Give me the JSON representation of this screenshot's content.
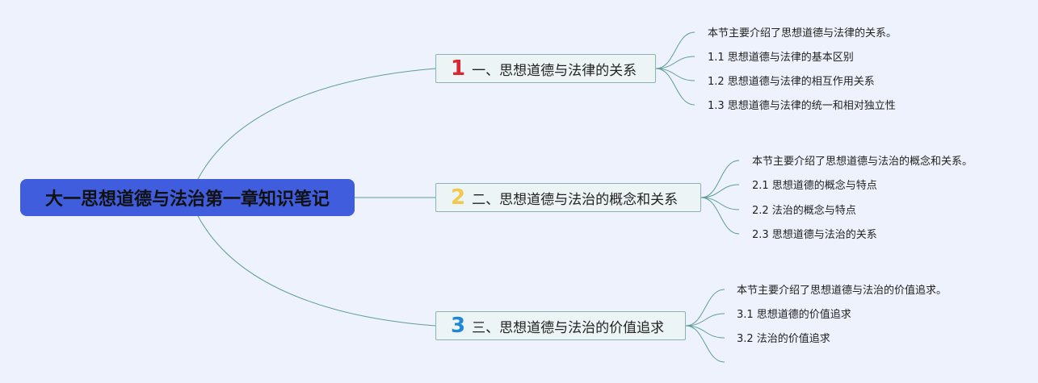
{
  "root": {
    "title": "大一思想道德与法治第一章知识笔记"
  },
  "colors": {
    "background": "#eef2fc",
    "root_fill": "#3f5ddc",
    "branch_border": "#8ab4b2",
    "connector": "#5e9d98",
    "num_1": "#d9262f",
    "num_2": "#f2c94c",
    "num_3": "#1e88d6"
  },
  "branches": [
    {
      "number": "1",
      "label": "一、思想道德与法律的关系",
      "items": [
        "本节主要介绍了思想道德与法律的关系。",
        "1.1 思想道德与法律的基本区别",
        "1.2 思想道德与法律的相互作用关系",
        "1.3 思想道德与法律的统一和相对独立性"
      ]
    },
    {
      "number": "2",
      "label": "二、思想道德与法治的概念和关系",
      "items": [
        "本节主要介绍了思想道德与法治的概念和关系。",
        "2.1 思想道德的概念与特点",
        "2.2 法治的概念与特点",
        "2.3 思想道德与法治的关系"
      ]
    },
    {
      "number": "3",
      "label": "三、思想道德与法治的价值追求",
      "items": [
        "本节主要介绍了思想道德与法治的价值追求。",
        "3.1 思想道德的价值追求",
        "3.2 法治的价值追求",
        ""
      ]
    }
  ]
}
